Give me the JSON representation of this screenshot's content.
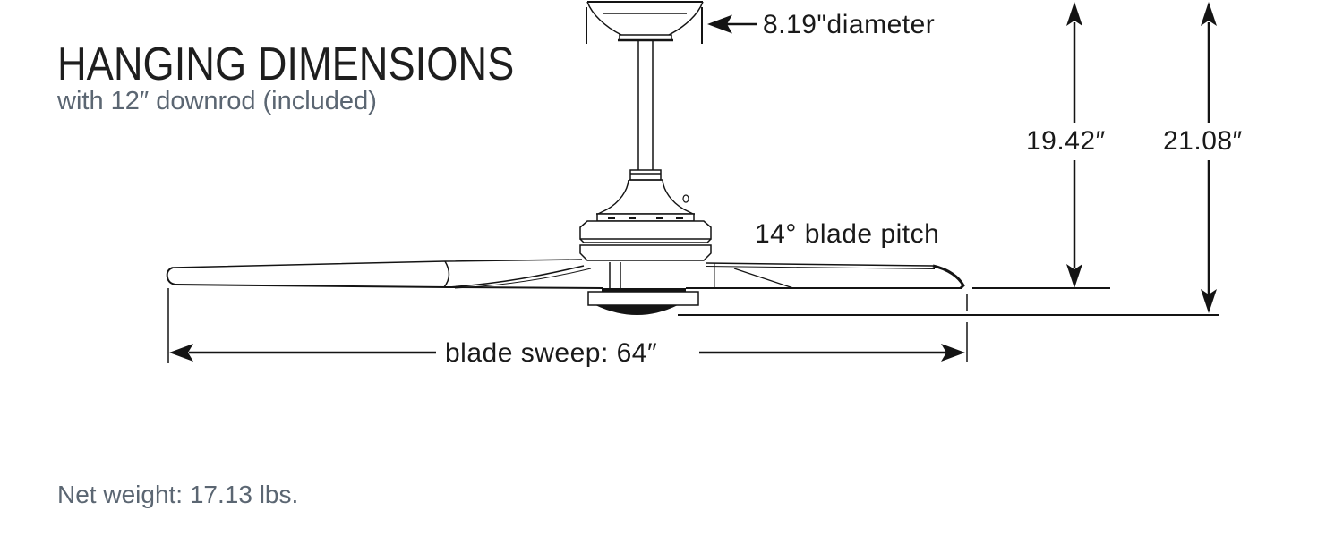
{
  "header": {
    "title": "HANGING DIMENSIONS",
    "subtitle": "with 12″ downrod (included)"
  },
  "annotations": {
    "canopy_diameter_label": "8.19\"diameter",
    "blade_pitch_label": "14° blade pitch",
    "drop_to_blades_label": "19.42″",
    "overall_drop_label": "21.08″",
    "blade_sweep_label": "blade sweep: 64″"
  },
  "footer": {
    "net_weight": "Net weight: 17.13 lbs."
  },
  "diagram": {
    "subject": "ceiling-fan-side-view-with-downrod"
  },
  "colors": {
    "background": "#ffffff",
    "title_text": "#1e1e1e",
    "accent_text": "#5b6672",
    "line": "#141414"
  }
}
